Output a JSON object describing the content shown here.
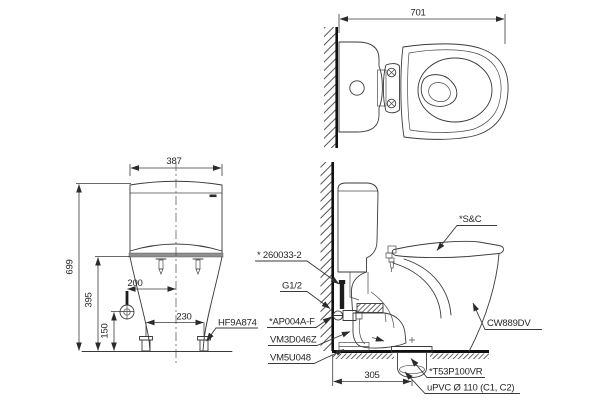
{
  "drawing": {
    "background": "#ffffff",
    "line_color": "#3a3a3a",
    "views": {
      "top": {
        "overall_depth": "701"
      },
      "front": {
        "tank_width": "387",
        "overall_height": "699",
        "tank_bottom_height": "395",
        "supply_height": "150",
        "supply_offset": "200",
        "bolt_spacing": "230",
        "bolt_cap_code": "HF9A874"
      },
      "side": {
        "seat_code": "*S&C",
        "body_code": "CW889DV",
        "supply_hose_code": "* 260033-2",
        "thread_size": "G1/2",
        "stop_valve_code": "*AP004A-F",
        "fitting_code_a": "VM3D046Z",
        "fitting_code_b": "VM5U048",
        "drain_flange_code": "*T53P100VR",
        "drain_pipe_spec": "uPVC Ø 110 (C1, C2)",
        "rough_in": "305"
      }
    }
  }
}
